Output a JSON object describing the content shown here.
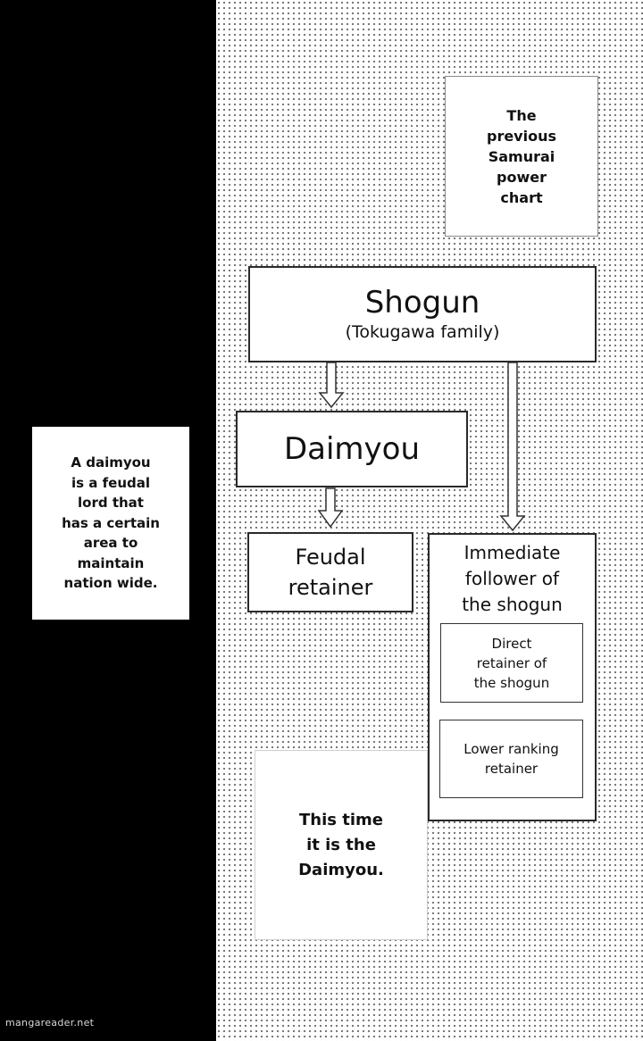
{
  "title_note": {
    "lines": [
      "The",
      "previous",
      "Samurai",
      "power",
      "chart"
    ]
  },
  "daimyou_note": {
    "lines": [
      "A daimyou",
      "is a feudal",
      "lord that",
      "has a certain",
      "area to",
      "maintain",
      "nation wide."
    ]
  },
  "bottom_note": {
    "lines": [
      "This time",
      "it is the",
      "Daimyou."
    ]
  },
  "chart": {
    "shogun": {
      "name": "Shogun",
      "subtitle": "(Tokugawa family)"
    },
    "daimyou": {
      "name": "Daimyou"
    },
    "feudal_retainer": {
      "lines": [
        "Feudal",
        "retainer"
      ]
    },
    "immediate_follower": {
      "lines": [
        "Immediate",
        "follower of",
        "the shogun"
      ],
      "direct_retainer": {
        "lines": [
          "Direct",
          "retainer of",
          "the shogun"
        ]
      },
      "lower_ranking": {
        "lines": [
          "Lower ranking",
          "retainer"
        ]
      }
    }
  },
  "watermark": "mangareader.net",
  "colors": {
    "panel": "#000000",
    "paper": "#ffffff",
    "ink": "#111111",
    "screentone": "#6a6a6a"
  }
}
